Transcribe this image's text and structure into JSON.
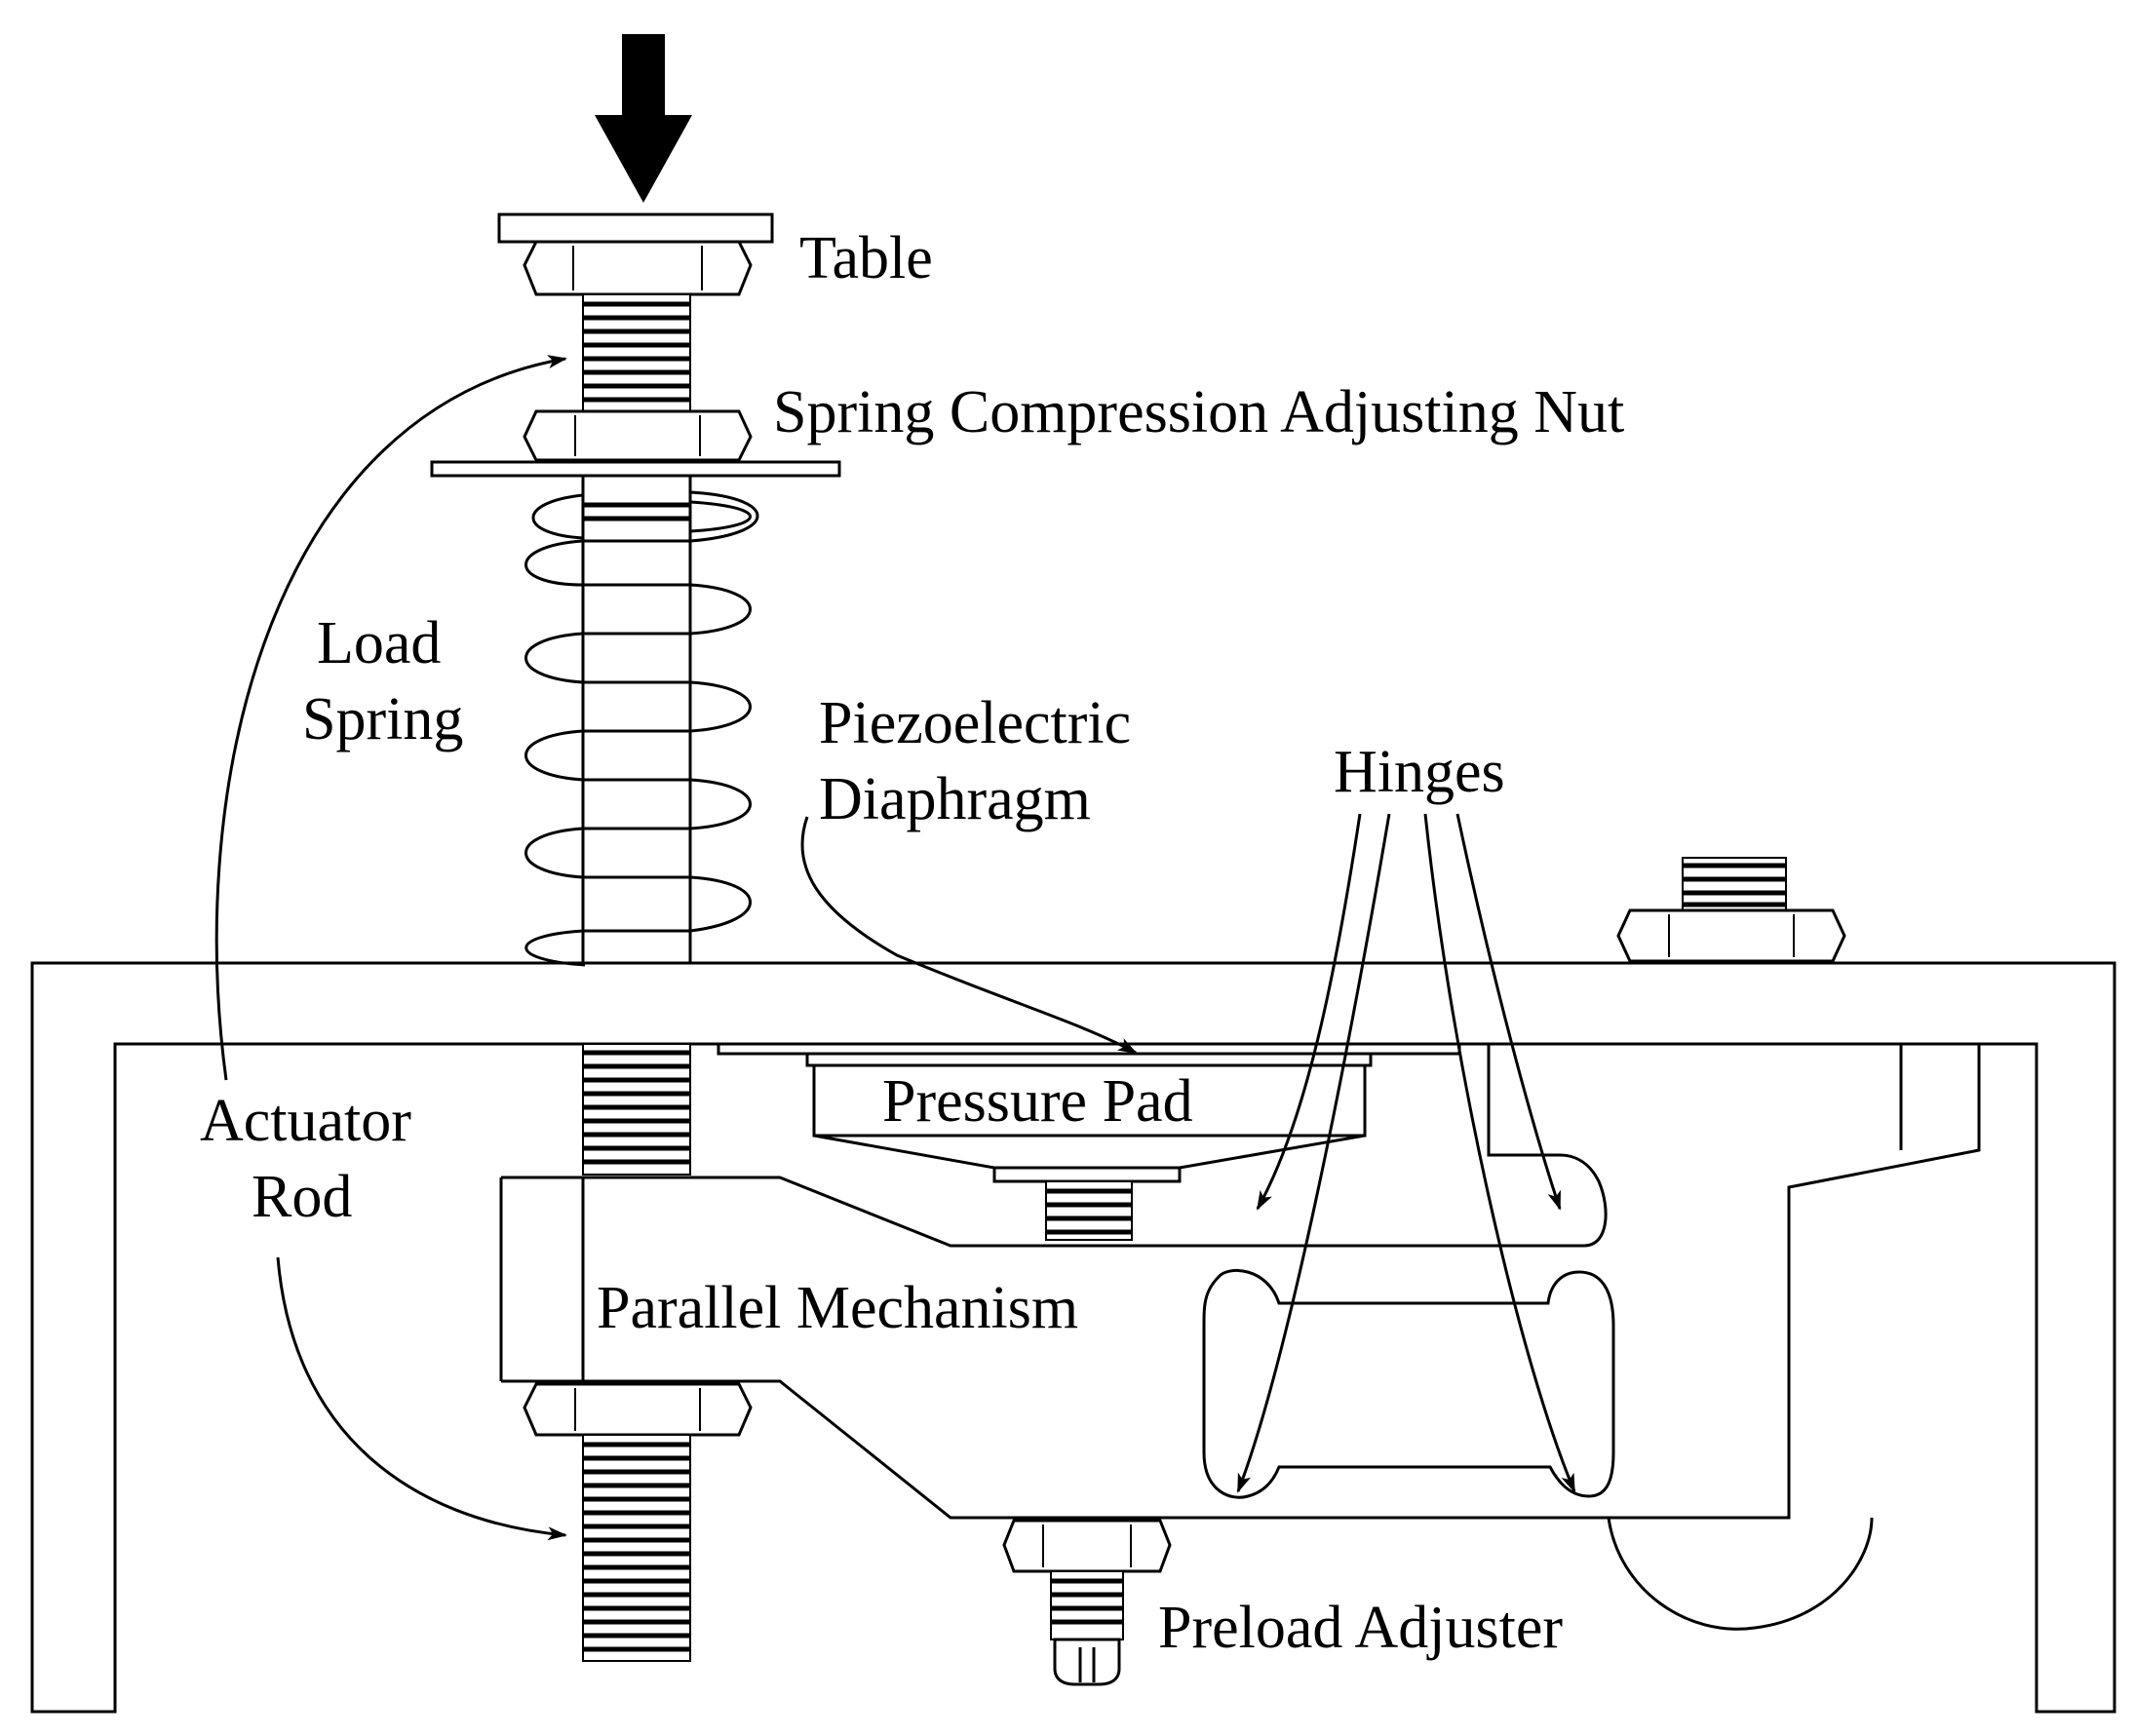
{
  "labels": {
    "table": "Table",
    "spring_nut": "Spring Compression Adjusting Nut",
    "load_spring_1": "Load",
    "load_spring_2": "Spring",
    "piezo_1": "Piezoelectric",
    "piezo_2": "Diaphragm",
    "hinges": "Hinges",
    "actuator_1": "Actuator",
    "actuator_2": "Rod",
    "pressure_pad": "Pressure Pad",
    "parallel_mechanism": "Parallel Mechanism",
    "preload_adjuster": "Preload Adjuster"
  }
}
